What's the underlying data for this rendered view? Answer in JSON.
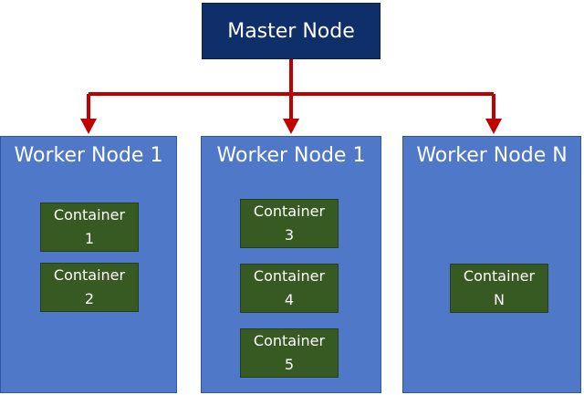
{
  "master": {
    "label": "Master Node"
  },
  "workers": [
    {
      "title": "Worker Node 1",
      "containers": [
        {
          "label": "Container",
          "number": "1"
        },
        {
          "label": "Container",
          "number": "2"
        }
      ]
    },
    {
      "title": "Worker Node 1",
      "containers": [
        {
          "label": "Container",
          "number": "3"
        },
        {
          "label": "Container",
          "number": "4"
        },
        {
          "label": "Container",
          "number": "5"
        }
      ]
    },
    {
      "title": "Worker Node N",
      "containers": [
        {
          "label": "Container",
          "number": "N"
        }
      ]
    }
  ],
  "colors": {
    "master_fill": "#0f2f6b",
    "worker_fill": "#4f78c8",
    "container_fill": "#375a23",
    "connector": "#c00000"
  }
}
